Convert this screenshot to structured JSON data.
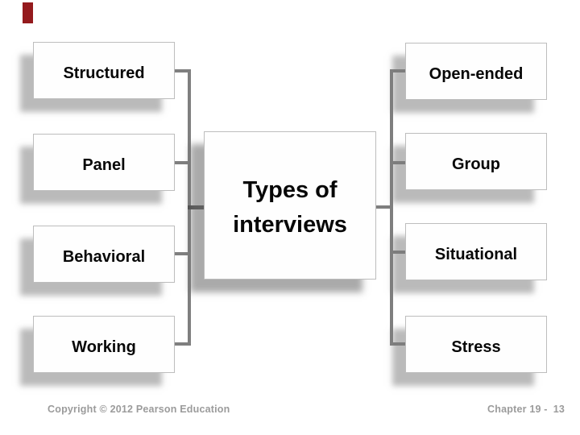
{
  "slide": {
    "title": "Types of interviews",
    "left_branches": [
      "Structured",
      "Panel",
      "Behavioral",
      "Working"
    ],
    "right_branches": [
      "Open-ended",
      "Group",
      "Situational",
      "Stress"
    ],
    "footer": {
      "copyright": "Copyright © 2012 Pearson Education",
      "chapter_label": "Chapter 19 -",
      "page_number": "13"
    },
    "colors": {
      "accent_red": "#941a1d",
      "connector_gray": "#7f7f7f",
      "connector_dark_gray": "#4d4d4d",
      "box_border_gray": "#bdbdbd",
      "shadow_gray": "#7a7a7a",
      "footer_text_gray": "#9b9b9b"
    }
  }
}
